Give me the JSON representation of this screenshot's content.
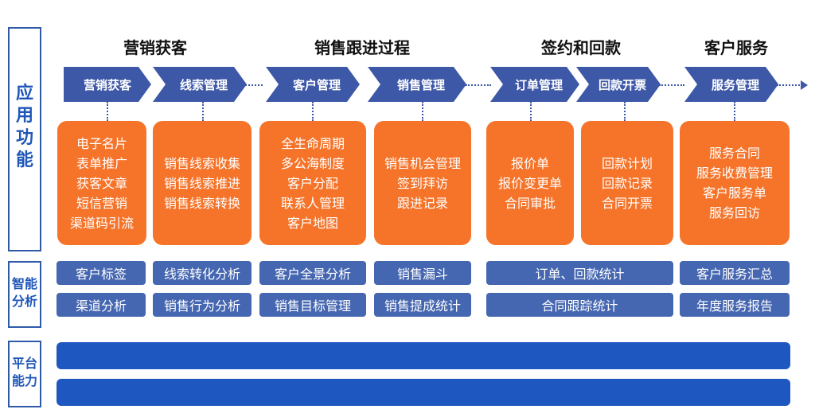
{
  "sections": {
    "app": "应用功能",
    "analytics": "智能分析",
    "platform": "平台能力"
  },
  "stages": [
    "营销获客",
    "销售跟进过程",
    "签约和回款",
    "客户服务"
  ],
  "flow": [
    "营销获客",
    "线索管理",
    "客户管理",
    "销售管理",
    "订单管理",
    "回款开票",
    "服务管理"
  ],
  "cards": [
    [
      "电子名片",
      "表单推广",
      "获客文章",
      "短信营销",
      "渠道码引流"
    ],
    [
      "销售线索收集",
      "销售线索推进",
      "销售线索转换"
    ],
    [
      "全生命周期",
      "多公海制度",
      "客户分配",
      "联系人管理",
      "客户地图"
    ],
    [
      "销售机会管理",
      "签到拜访",
      "跟进记录"
    ],
    [
      "报价单",
      "报价变更单",
      "合同审批"
    ],
    [
      "回款计划",
      "回款记录",
      "合同开票"
    ],
    [
      "服务合同",
      "服务收费管理",
      "客户服务单",
      "服务回访"
    ]
  ],
  "analytics_row1": [
    "客户标签",
    "线索转化分析",
    "客户全景分析",
    "销售漏斗",
    "订单、回款统计",
    "客户服务汇总"
  ],
  "analytics_row2": [
    "渠道分析",
    "销售行为分析",
    "销售目标管理",
    "销售提成统计",
    "合同跟踪统计",
    "年度服务报告"
  ],
  "platform_bars": [
    "",
    ""
  ],
  "colors": {
    "accent": "#3e58a8",
    "card": "#f5742a",
    "pill": "#4566b0",
    "platform": "#1f57c0",
    "label": "#1f57b8"
  }
}
